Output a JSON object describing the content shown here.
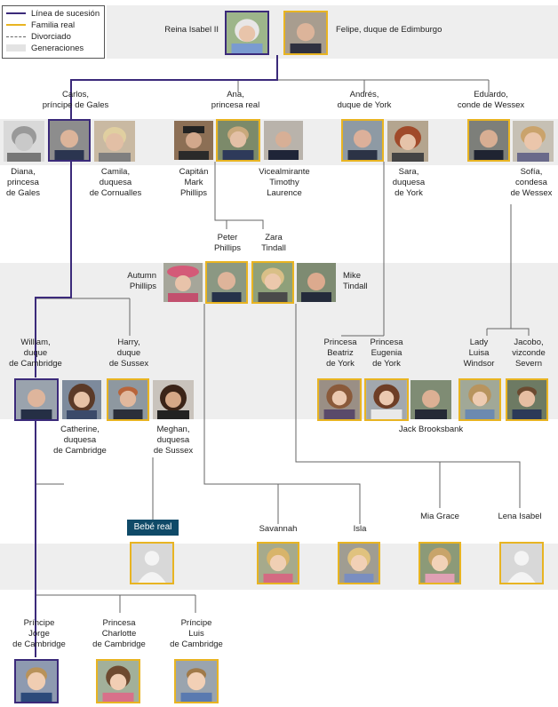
{
  "legend": {
    "succession": "Línea de sucesión",
    "royal": "Familia real",
    "divorced": "Divorciado",
    "generations": "Generaciones"
  },
  "colors": {
    "succession": "#3b2a7a",
    "royal": "#e8b422",
    "band": "#eeeeee"
  },
  "people": {
    "isabel": "Reina Isabel II",
    "felipe": "Felipe, duque de Edimburgo",
    "carlos": "Carlos,\npríncipe de Gales",
    "ana": "Ana,\nprincesa real",
    "andres": "Andrés,\nduque de York",
    "eduardo": "Eduardo,\nconde de Wessex",
    "diana": "Diana,\nprincesa\nde Gales",
    "camila": "Camila,\nduquesa\nde Cornualles",
    "mark": "Capitán\nMark\nPhillips",
    "timothy": "Vicealmirante\nTimothy\nLaurence",
    "sara": "Sara,\nduquesa\nde York",
    "sofia": "Sofía,\ncondesa\nde Wessex",
    "peter": "Peter\nPhillips",
    "zara": "Zara\nTindall",
    "autumn": "Autumn\nPhillips",
    "mike": "Mike\nTindall",
    "william": "William,\nduque\nde Cambridge",
    "harry": "Harry,\nduque\nde Sussex",
    "beatriz": "Princesa\nBeatriz\nde York",
    "eugenia": "Princesa\nEugenia\nde York",
    "luisa": "Lady\nLuisa\nWindsor",
    "jacobo": "Jacobo,\nvizconde\nSevern",
    "catherine": "Catherine,\nduquesa\nde Cambridge",
    "meghan": "Meghan,\nduquesa\nde Sussex",
    "jack": "Jack Brooksbank",
    "bebe": "Bebé real",
    "savannah": "Savannah",
    "isla": "Isla",
    "mia": "Mia Grace",
    "lena": "Lena Isabel",
    "jorge": "Príncipe\nJorge\nde Cambridge",
    "charlotte": "Princesa\nCharlotte\nde Cambridge",
    "luis": "Príncipe\nLuis\nde Cambridge"
  }
}
